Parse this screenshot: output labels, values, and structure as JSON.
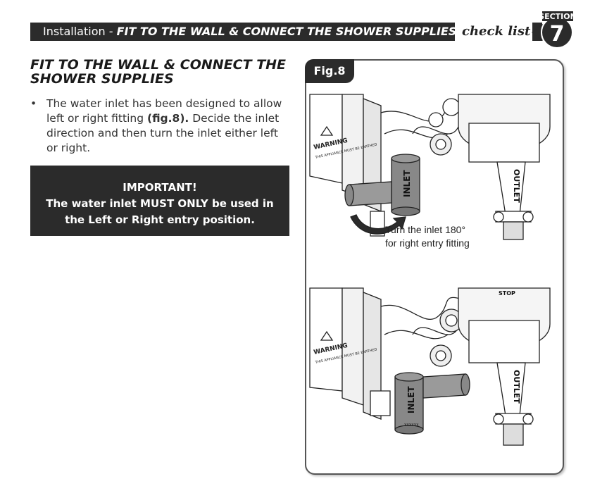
{
  "header": {
    "prefix": "Installation - ",
    "title_italic": "FIT TO THE WALL & CONNECT THE SHOWER SUPPLIES",
    "checklist": "check list",
    "section_label": "SECTION",
    "section_number": "7"
  },
  "main": {
    "heading": "FIT TO THE WALL & CONNECT THE SHOWER SUPPLIES",
    "bullet_text_1": "The water inlet has been designed to allow left or right fitting ",
    "bullet_bold": "(fig.8).",
    "bullet_text_2": " Decide the inlet direction and then turn the inlet either left or right.",
    "important_title": "IMPORTANT!",
    "important_line1": "The water inlet MUST ONLY be used in",
    "important_line2": "the Left or Right entry position."
  },
  "figure": {
    "label": "Fig.8",
    "caption_line1": "Turn the inlet 180°",
    "caption_line2": "for right entry fitting",
    "label_warning": "WARNING",
    "label_earthed": "THIS APPLIANCE MUST BE EARTHED",
    "label_inlet": "INLET",
    "label_outlet": "OUTLET",
    "label_stop": "STOP",
    "label_serial": "XXXXXX"
  }
}
